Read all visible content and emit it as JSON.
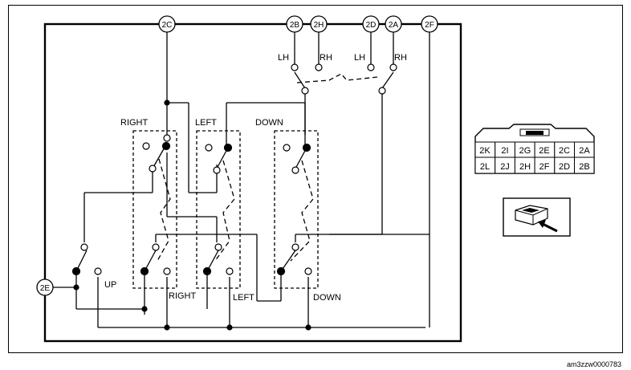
{
  "terminals": {
    "t2C": "2C",
    "t2B": "2B",
    "t2H": "2H",
    "t2D": "2D",
    "t2A": "2A",
    "t2F": "2F",
    "t2E": "2E"
  },
  "labels": {
    "lh1": "LH",
    "rh1": "RH",
    "lh2": "LH",
    "rh2": "RH",
    "right_top": "RIGHT",
    "left_top": "LEFT",
    "down_top": "DOWN",
    "up": "UP",
    "right_bottom": "RIGHT",
    "left_bottom": "LEFT",
    "down_bottom": "DOWN"
  },
  "connector": {
    "row1": [
      "2K",
      "2I",
      "2G",
      "2E",
      "2C",
      "2A"
    ],
    "row2": [
      "2L",
      "2J",
      "2H",
      "2F",
      "2D",
      "2B"
    ]
  },
  "reference": "am3zzw0000783"
}
